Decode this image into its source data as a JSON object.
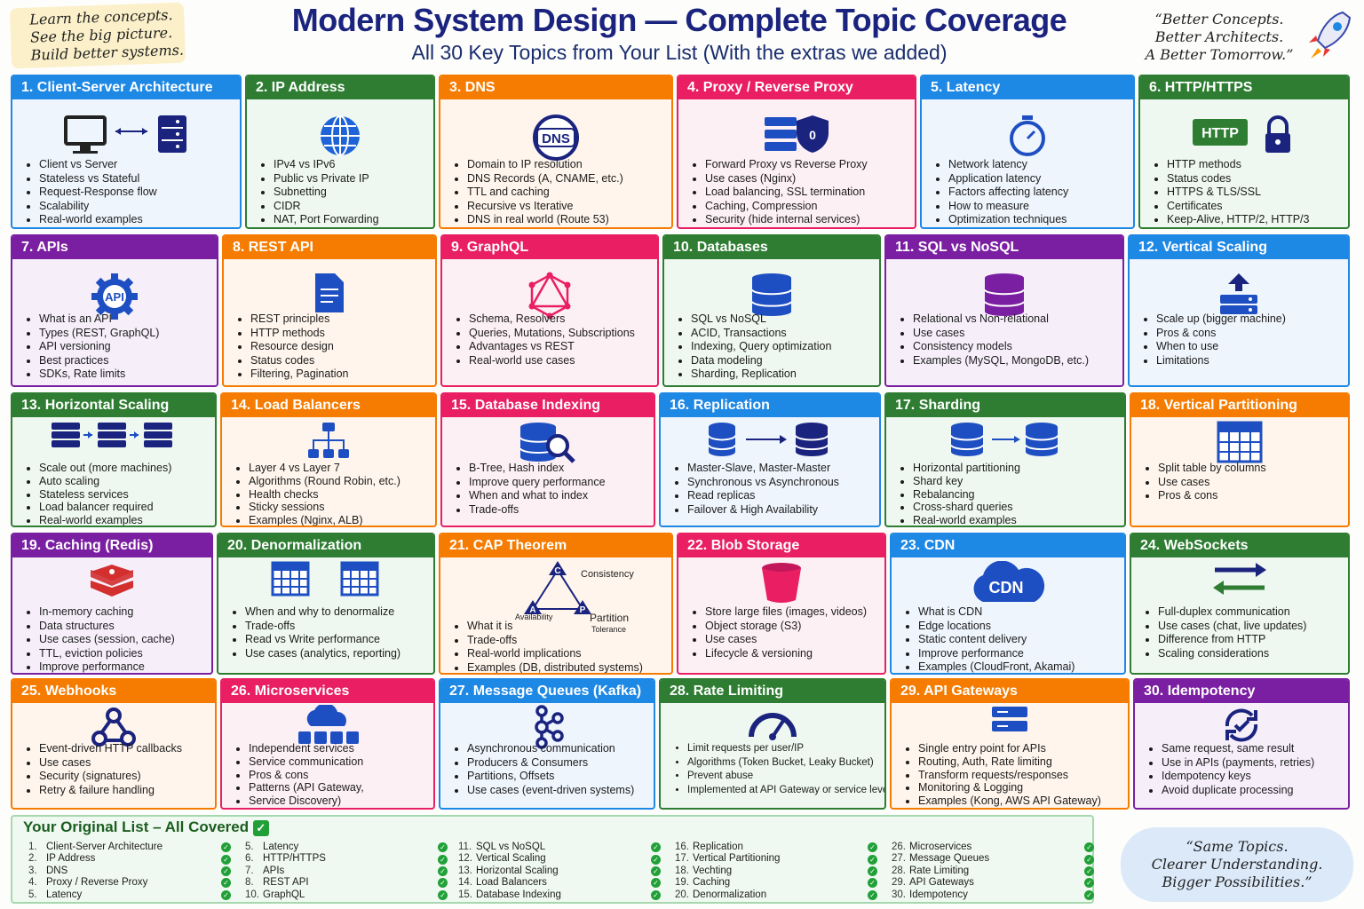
{
  "header": {
    "title": "Modern System Design — Complete Topic Coverage",
    "subtitle": "All 30 Key Topics from Your List (With the extras we added)",
    "note_left": [
      "Learn the concepts.",
      "See the big picture.",
      "Build better systems."
    ],
    "note_right": [
      "“Better Concepts.",
      "Better Architects.",
      "A Better Tomorrow.”"
    ]
  },
  "colors": {
    "blue": "#1e88e5",
    "orange": "#f57c00",
    "pink": "#e91e63",
    "purple": "#7b1fa2",
    "green": "#2e7d32",
    "icon": "#1e4fc2"
  },
  "cards": [
    {
      "title": "1.  Client-Server Architecture",
      "color": "blue",
      "icon": "monitor-server-icon",
      "items": [
        "Client vs Server",
        "Stateless vs Stateful",
        "Request-Response flow",
        "Scalability",
        "Real-world examples"
      ]
    },
    {
      "title": "2.  IP Address",
      "color": "green",
      "icon": "globe-icon",
      "items": [
        "IPv4 vs IPv6",
        "Public vs Private IP",
        "Subnetting",
        "CIDR",
        "NAT, Port Forwarding"
      ]
    },
    {
      "title": "3.  DNS",
      "color": "orange",
      "icon": "dns-icon",
      "items": [
        "Domain to IP resolution",
        "DNS Records (A, CNAME, etc.)",
        "TTL and caching",
        "Recursive vs Iterative",
        "DNS in real world (Route 53)"
      ]
    },
    {
      "title": "4.  Proxy / Reverse Proxy",
      "color": "pink",
      "icon": "proxy-shield-icon",
      "items": [
        "Forward Proxy vs Reverse Proxy",
        "Use cases (Nginx)",
        "Load balancing, SSL termination",
        "Caching, Compression",
        "Security (hide internal services)"
      ]
    },
    {
      "title": "5.  Latency",
      "color": "blue",
      "icon": "stopwatch-icon",
      "items": [
        "Network latency",
        "Application latency",
        "Factors affecting latency",
        "How to measure",
        "Optimization techniques"
      ]
    },
    {
      "title": "6.  HTTP/HTTPS",
      "color": "green",
      "icon": "http-lock-icon",
      "items": [
        "HTTP methods",
        "Status codes",
        "HTTPS & TLS/SSL",
        "Certificates",
        "Keep-Alive, HTTP/2, HTTP/3"
      ]
    },
    {
      "title": "7.  APIs",
      "color": "purple",
      "icon": "api-gear-icon",
      "items": [
        "What is an API",
        "Types (REST, GraphQL)",
        "API versioning",
        "Best practices",
        "SDKs, Rate limits"
      ]
    },
    {
      "title": "8.  REST API",
      "color": "orange",
      "icon": "document-icon",
      "items": [
        "REST principles",
        "HTTP methods",
        "Resource design",
        "Status codes",
        "Filtering, Pagination"
      ]
    },
    {
      "title": "9.  GraphQL",
      "color": "pink",
      "icon": "graphql-icon",
      "items": [
        "Schema, Resolvers",
        "Queries, Mutations, Subscriptions",
        "Advantages vs REST",
        "Real-world use cases"
      ]
    },
    {
      "title": "10.  Databases",
      "color": "green",
      "icon": "database-icon",
      "items": [
        "SQL vs NoSQL",
        "ACID, Transactions",
        "Indexing, Query optimization",
        "Data modeling",
        "Sharding, Replication"
      ]
    },
    {
      "title": "11.  SQL vs NoSQL",
      "color": "purple",
      "icon": "purple-database-icon",
      "items": [
        "Relational vs Non-relational",
        "Use cases",
        "Consistency models",
        "Examples (MySQL, MongoDB, etc.)"
      ]
    },
    {
      "title": "12.  Vertical Scaling",
      "color": "blue",
      "icon": "scale-up-icon",
      "items": [
        "Scale up (bigger machine)",
        "Pros & cons",
        "When to use",
        "Limitations"
      ]
    },
    {
      "title": "13.  Horizontal Scaling",
      "color": "green",
      "icon": "servers-chain-icon",
      "items": [
        "Scale out (more machines)",
        "Auto scaling",
        "Stateless services",
        "Load balancer required",
        "Real-world examples"
      ]
    },
    {
      "title": "14.  Load Balancers",
      "color": "orange",
      "icon": "load-balancer-icon",
      "items": [
        "Layer 4 vs Layer 7",
        "Algorithms (Round Robin, etc.)",
        "Health checks",
        "Sticky sessions",
        "Examples (Nginx, ALB)"
      ]
    },
    {
      "title": "15.  Database Indexing",
      "color": "pink",
      "icon": "database-search-icon",
      "items": [
        "B-Tree, Hash index",
        "Improve query performance",
        "When and what to index",
        "Trade-offs"
      ]
    },
    {
      "title": "16.  Replication",
      "color": "blue",
      "icon": "replication-icon",
      "items": [
        "Master-Slave, Master-Master",
        "Synchronous vs Asynchronous",
        "Read replicas",
        "Failover & High Availability"
      ]
    },
    {
      "title": "17.  Sharding",
      "color": "green",
      "icon": "sharding-icon",
      "items": [
        "Horizontal partitioning",
        "Shard key",
        "Rebalancing",
        "Cross-shard queries",
        "Real-world examples"
      ]
    },
    {
      "title": "18.  Vertical Partitioning",
      "color": "orange",
      "icon": "table-grid-icon",
      "items": [
        "Split table by columns",
        "Use cases",
        "Pros & cons"
      ]
    },
    {
      "title": "19.  Caching (Redis)",
      "color": "purple",
      "icon": "redis-icon",
      "items": [
        "In-memory caching",
        "Data structures",
        "Use cases (session, cache)",
        "TTL, eviction policies",
        "Improve performance"
      ]
    },
    {
      "title": "20.  Denormalization",
      "color": "green",
      "icon": "tables-icon",
      "items": [
        "When and why to denormalize",
        "Trade-offs",
        "Read vs Write performance",
        "Use cases (analytics, reporting)"
      ]
    },
    {
      "title": "21.  CAP Theorem",
      "color": "orange",
      "icon": "cap-triangle-icon",
      "items": [
        "What it is",
        "Trade-offs",
        "Real-world implications",
        "Examples (DB, distributed systems)"
      ],
      "cap": {
        "c": "C",
        "a": "A",
        "p": "P",
        "consistency": "Consistency",
        "availability": "Availability",
        "partition": "Partition",
        "tolerance": "Tolerance"
      }
    },
    {
      "title": "22.  Blob Storage",
      "color": "pink",
      "icon": "bucket-icon",
      "items": [
        "Store large files (images, videos)",
        "Object storage (S3)",
        "Use cases",
        "Lifecycle & versioning"
      ]
    },
    {
      "title": "23.  CDN",
      "color": "blue",
      "icon": "cdn-cloud-icon",
      "items": [
        "What is CDN",
        "Edge locations",
        "Static content delivery",
        "Improve performance",
        "Examples (CloudFront, Akamai)"
      ]
    },
    {
      "title": "24.  WebSockets",
      "color": "green",
      "icon": "bidirectional-arrows-icon",
      "items": [
        "Full-duplex communication",
        "Use cases (chat, live updates)",
        "Difference from HTTP",
        "Scaling considerations"
      ]
    },
    {
      "title": "25.  Webhooks",
      "color": "orange",
      "icon": "webhook-icon",
      "items": [
        "Event-driven HTTP callbacks",
        "Use cases",
        "Security (signatures)",
        "Retry & failure handling"
      ]
    },
    {
      "title": "26.  Microservices",
      "color": "pink",
      "icon": "microservices-cloud-icon",
      "items": [
        "Independent services",
        "Service communication",
        "Pros & cons",
        "Patterns (API Gateway,",
        "Service Discovery)"
      ]
    },
    {
      "title": "27.  Message Queues (Kafka)",
      "color": "blue",
      "icon": "kafka-icon",
      "items": [
        "Asynchronous communication",
        "Producers & Consumers",
        "Partitions, Offsets",
        "Use cases (event-driven systems)"
      ]
    },
    {
      "title": "28.  Rate Limiting",
      "color": "green",
      "icon": "speedometer-icon",
      "items": [
        "Limit requests per user/IP",
        "Algorithms (Token Bucket, Leaky Bucket)",
        "Prevent abuse",
        "Implemented at API Gateway or service level"
      ]
    },
    {
      "title": "29.  API Gateways",
      "color": "orange",
      "icon": "gateway-icon",
      "items": [
        "Single entry point for APIs",
        "Routing, Auth, Rate limiting",
        "Transform requests/responses",
        "Monitoring & Logging",
        "Examples (Kong, AWS API Gateway)"
      ]
    },
    {
      "title": "30.  Idempotency",
      "color": "purple",
      "icon": "refresh-check-icon",
      "items": [
        "Same request, same result",
        "Use in APIs (payments, retries)",
        "Idempotency keys",
        "Avoid duplicate processing"
      ]
    }
  ],
  "icon_text": {
    "dns": "DNS",
    "http": "HTTP",
    "api": "API",
    "cdn": "CDN",
    "shield": "0"
  },
  "legend": {
    "title": "Your Original List – All Covered",
    "columns": [
      [
        {
          "n": "1.",
          "t": "Client-Server Architecture"
        },
        {
          "n": "2.",
          "t": "IP Address"
        },
        {
          "n": "3.",
          "t": "DNS"
        },
        {
          "n": "4.",
          "t": "Proxy / Reverse Proxy"
        },
        {
          "n": "5.",
          "t": "Latency"
        }
      ],
      [
        {
          "n": "5.",
          "t": "Latency"
        },
        {
          "n": "6.",
          "t": "HTTP/HTTPS"
        },
        {
          "n": "7.",
          "t": "APIs"
        },
        {
          "n": "8.",
          "t": "REST API"
        },
        {
          "n": "10.",
          "t": "GraphQL"
        }
      ],
      [
        {
          "n": "11.",
          "t": "SQL vs NoSQL"
        },
        {
          "n": "12.",
          "t": "Vertical Scaling"
        },
        {
          "n": "13.",
          "t": "Horizontal Scaling"
        },
        {
          "n": "14.",
          "t": "Load Balancers"
        },
        {
          "n": "15.",
          "t": "Database Indexing"
        }
      ],
      [
        {
          "n": "16.",
          "t": "Replication"
        },
        {
          "n": "17.",
          "t": "Vertical Partitioning"
        },
        {
          "n": "18.",
          "t": "Vechting"
        },
        {
          "n": "19.",
          "t": "Caching"
        },
        {
          "n": "20.",
          "t": "Denormalization"
        }
      ],
      [
        {
          "n": "26.",
          "t": "Microservices"
        },
        {
          "n": "27.",
          "t": "Message Queues"
        },
        {
          "n": "28.",
          "t": "Rate Limiting"
        },
        {
          "n": "29.",
          "t": "API Gateways"
        },
        {
          "n": "30.",
          "t": "Idempotency"
        }
      ]
    ],
    "check": "✓"
  },
  "footer_note": [
    "“Same Topics.",
    "Clearer Understanding.",
    "Bigger Possibilities.”"
  ]
}
